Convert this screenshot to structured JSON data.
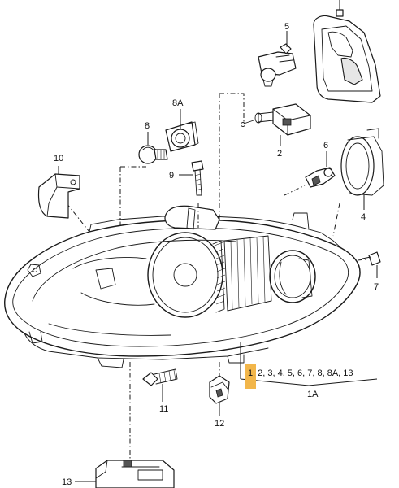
{
  "labels": {
    "p1": "1",
    "p1_list": ", 2, 3, 4, 5, 6, 7, 8, 8A, 13",
    "p1a": "1A",
    "p2": "2",
    "p4": "4",
    "p5": "5",
    "p6": "6",
    "p7": "7",
    "p8": "8",
    "p8a": "8A",
    "p9": "9",
    "p10": "10",
    "p11": "11",
    "p12": "12",
    "p13": "13"
  },
  "colors": {
    "highlight": "#f2b64a",
    "line": "#1a1a1a"
  }
}
